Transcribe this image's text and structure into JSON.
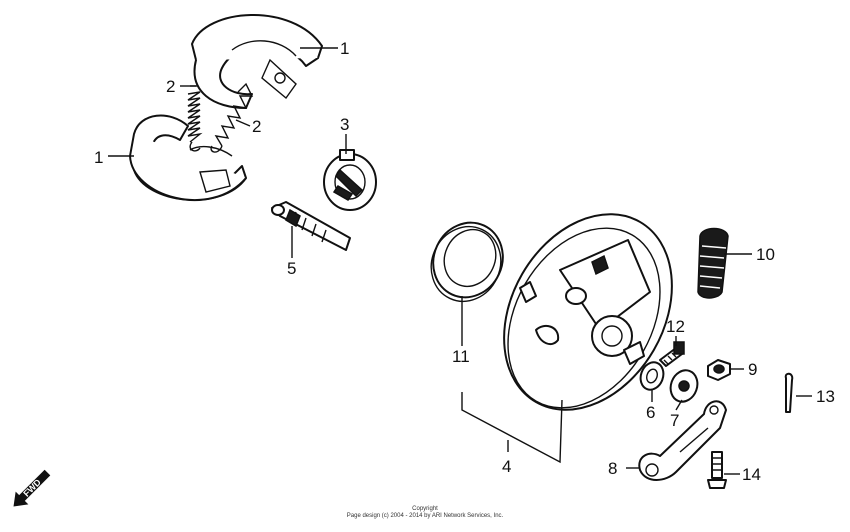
{
  "callouts": {
    "c1a": "1",
    "c1b": "1",
    "c2a": "2",
    "c2b": "2",
    "c3": "3",
    "c4": "4",
    "c5": "5",
    "c6": "6",
    "c7": "7",
    "c8": "8",
    "c9": "9",
    "c10": "10",
    "c11": "11",
    "c12": "12",
    "c13": "13",
    "c14": "14"
  },
  "fwd_label": "FWD",
  "footer": {
    "copyright_label": "Copyright",
    "copyright_text": "Page design (c) 2004 - 2014 by ARI Network Services, Inc."
  }
}
